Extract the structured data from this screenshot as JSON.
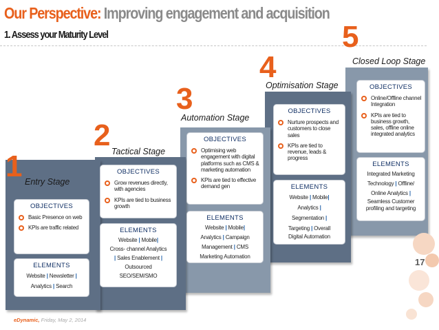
{
  "header": {
    "title_lead": "Our Perspective:",
    "title_rest": "Improving engagement and acquisition",
    "subtitle": "1. Assess your Maturity Level"
  },
  "stages": [
    {
      "number": "1",
      "name": "Entry Stage",
      "objectives_label": "OBJECTIVES",
      "objectives": [
        "Basic Presence on web",
        "KPIs are traffic related"
      ],
      "elements_label": "ELEMENTS",
      "elements_lines": [
        [
          "Website",
          "Newsletter",
          ""
        ],
        [
          "Analytics",
          "Search"
        ]
      ]
    },
    {
      "number": "2",
      "name": "Tactical Stage",
      "objectives_label": "OBJECTIVES",
      "objectives": [
        "Grow revenues directly, with agencies",
        "KPIs are tied to business growth"
      ],
      "elements_label": "ELEMENTS",
      "elements_lines": [
        [
          "Website",
          "Mobile",
          ""
        ],
        [
          "Cross- channel Analytics"
        ],
        [
          "",
          "Sales Enablement",
          ""
        ],
        [
          "Outsourced"
        ],
        [
          "SEO/SEM/SMO"
        ]
      ]
    },
    {
      "number": "3",
      "name": "Automation Stage",
      "objectives_label": "OBJECTIVES",
      "objectives": [
        "Optimising web engagement with digital platforms such as CMS & marketing automation",
        "KPIs are tied to effective demand gen"
      ],
      "elements_label": "ELEMENTS",
      "elements_lines": [
        [
          "Website",
          "Mobile",
          ""
        ],
        [
          "Analytics",
          "Campaign"
        ],
        [
          "Management",
          "CMS"
        ],
        [
          "Marketing Automation"
        ]
      ]
    },
    {
      "number": "4",
      "name": "Optimisation Stage",
      "objectives_label": "OBJECTIVES",
      "objectives": [
        "Nurture prospects and customers to close sales",
        "KPIs are tied to revenue, leads & progress"
      ],
      "elements_label": "ELEMENTS",
      "elements_lines": [
        [
          "Website",
          "Mobile",
          ""
        ],
        [
          "Analytics",
          ""
        ],
        [
          "Segmentation",
          ""
        ],
        [
          "Targeting",
          "Overall"
        ],
        [
          "Digital Automation"
        ]
      ]
    },
    {
      "number": "5",
      "name": "Closed Loop Stage",
      "objectives_label": "OBJECTIVES",
      "objectives": [
        "Online/Offline channel Integration",
        "KPIs are tied to business growth, sales, offline online integrated analytics"
      ],
      "elements_label": "ELEMENTS",
      "elements_lines": [
        [
          "Integrated Marketing"
        ],
        [
          "Technology",
          "Offline/"
        ],
        [
          "Online Analytics",
          ""
        ],
        [
          "Seamless Customer"
        ],
        [
          "profiling and targeting"
        ]
      ]
    }
  ],
  "page_number": "17",
  "footer": {
    "brand": "eDynamic,",
    "date": "Friday, May 2, 2014"
  },
  "colors": {
    "accent": "#e8601c",
    "stair": "#5e6f85",
    "stair_light": "#8898aa",
    "heading": "#0f2e63",
    "separator": "#1e5fa8"
  }
}
